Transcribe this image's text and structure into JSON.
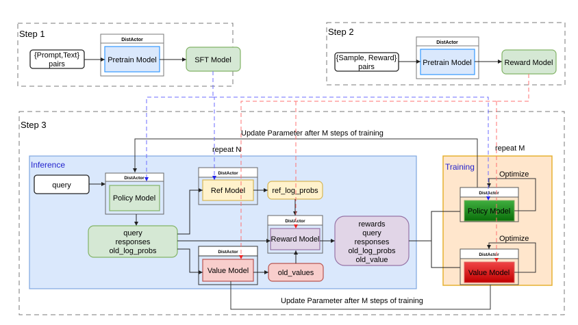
{
  "step1": {
    "title": "Step 1",
    "input": [
      "{Prompt,Text}",
      "pairs"
    ],
    "actor_header": "DistActor",
    "actor_model": "Pretrain Model",
    "output": "SFT Model"
  },
  "step2": {
    "title": "Step 2",
    "input": [
      "{Sample, Reward}",
      "pairs"
    ],
    "actor_header": "DistActor",
    "actor_model": "Pretrain Model",
    "output": "Reward Model"
  },
  "step3": {
    "title": "Step 3",
    "update_top": "Update Parameter after M steps of training",
    "update_bottom": "Update Parameter after M steps of training",
    "repeat_n": "repeat N",
    "repeat_m": "repeat M",
    "inference": {
      "title": "Inference",
      "query": "query",
      "policy_header": "DistActor",
      "policy_model": "Policy Model",
      "ref_header": "DistActor",
      "ref_model": "Ref Model",
      "ref_log_probs": "ref_log_probs",
      "reward_header": "DistActor",
      "reward_model": "Reward Model",
      "value_header": "DistActor",
      "value_model": "Value Model",
      "old_values": "old_values",
      "experience": [
        "query",
        "responses",
        "old_log_probs"
      ],
      "batch": [
        "rewards",
        "query",
        "responses",
        "old_log_probs",
        "old_value"
      ]
    },
    "training": {
      "title": "Training",
      "optimize_1": "Optimize",
      "optimize_2": "Optimize",
      "policy_header": "DistActor",
      "policy_model": "Policy Model",
      "value_header": "DistActor",
      "value_model": "Value Model"
    }
  },
  "colors": {
    "blue_link": "#6b6bff",
    "red_link": "#ff7070",
    "inference_bg": "#dae8fc",
    "inference_border": "#6c8ebf",
    "training_bg": "#ffe6cc",
    "training_border": "#e6b030",
    "green_fill": "#d5e8d4",
    "green_border": "#82b366",
    "yellow_fill": "#fff2cc",
    "yellow_border": "#d6b656",
    "purple_fill": "#e1d5e7",
    "purple_border": "#9673a6",
    "red_fill": "#f8cecc",
    "red_border": "#b85450"
  }
}
